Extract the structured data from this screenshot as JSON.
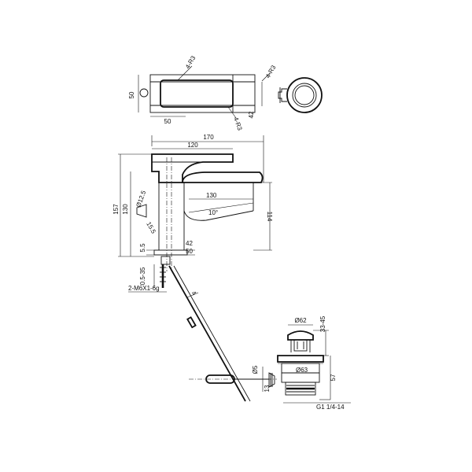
{
  "top_view": {
    "width_label": "50",
    "depth_label": "50",
    "height_label": "42",
    "radius_top": "4-R3",
    "radius_bottom": "4-R3",
    "radius_side": "4-R3"
  },
  "side_view": {
    "overall_length": "170",
    "spout_length": "120",
    "inner_length": "130",
    "overall_height": "157",
    "body_height": "130",
    "spout_height": "114",
    "angle": "10°",
    "outlet_dia": "Ø12.5",
    "outlet_len": "15.5",
    "base_gap": "5.5",
    "base_width_42": "42",
    "base_width_50": "50",
    "thread_range": "0.5-35",
    "thread_spec": "2-M6X1-6g",
    "rod_dia": "4"
  },
  "drain_view": {
    "cap_dia": "Ø62",
    "height_range": "33-45",
    "body_dia": "Ø63",
    "total_height": "57",
    "side_dia": "Ø5",
    "side_offset": "13",
    "thread": "G1 1/4-14"
  }
}
